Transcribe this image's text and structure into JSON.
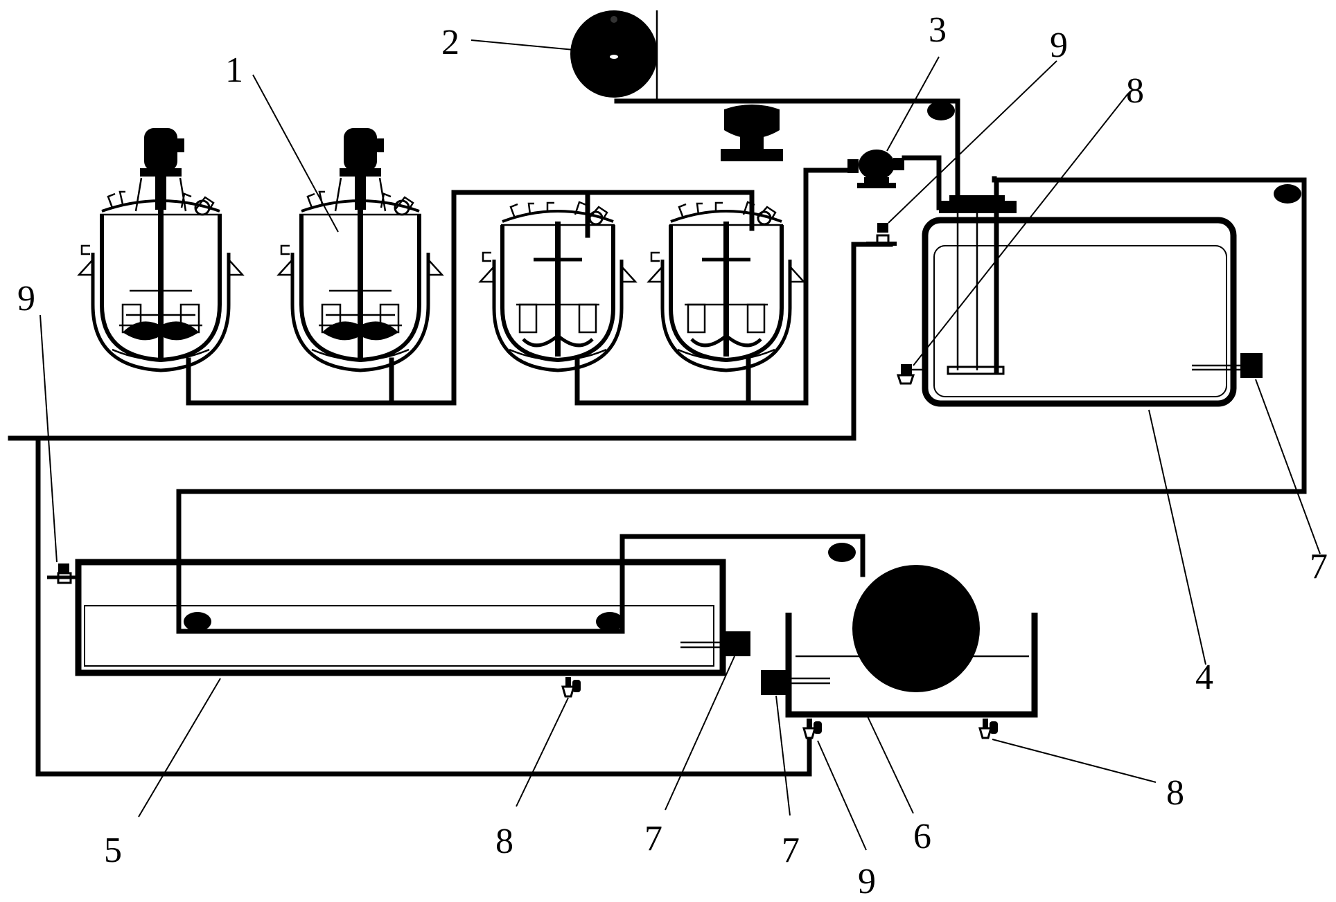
{
  "labels": {
    "kettle_1": "1",
    "air_pump_2": "2",
    "pump_3": "3",
    "tank_4": "4",
    "tank_5": "5",
    "tank_6": "6",
    "heater_7_tank4": "7",
    "heater_7_tank5": "7",
    "heater_7_tank6": "7",
    "drain_8_tank4": "8",
    "drain_8_tank5": "8",
    "drain_8_tank6": "8",
    "valve_9_top": "9",
    "valve_9_left": "9",
    "valve_9_bottom": "9"
  }
}
